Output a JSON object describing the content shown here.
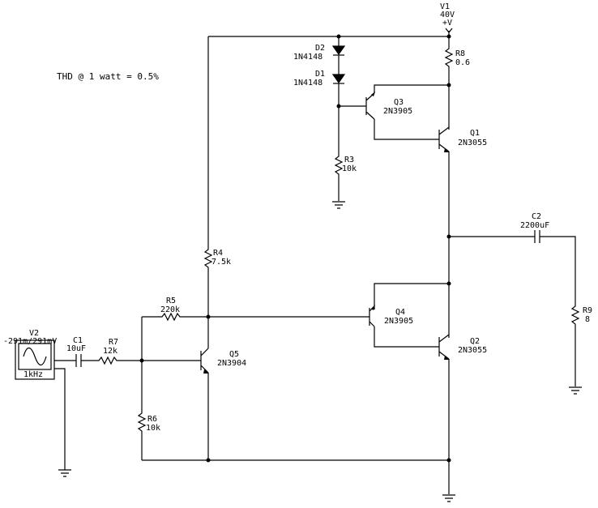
{
  "note": "THD @ 1 watt = 0.5%",
  "components": {
    "v1": {
      "ref": "V1",
      "value": "40V",
      "node": "+V"
    },
    "v2": {
      "ref": "V2",
      "value": "-291m/291mV",
      "freq": "1kHz"
    },
    "c1": {
      "ref": "C1",
      "value": "10uF"
    },
    "c2": {
      "ref": "C2",
      "value": "2200uF"
    },
    "d1": {
      "ref": "D1",
      "value": "1N4148"
    },
    "d2": {
      "ref": "D2",
      "value": "1N4148"
    },
    "r3": {
      "ref": "R3",
      "value": "10k"
    },
    "r4": {
      "ref": "R4",
      "value": "7.5k"
    },
    "r5": {
      "ref": "R5",
      "value": "220k"
    },
    "r6": {
      "ref": "R6",
      "value": "10k"
    },
    "r7": {
      "ref": "R7",
      "value": "12k"
    },
    "r8": {
      "ref": "R8",
      "value": "0.6"
    },
    "r9": {
      "ref": "R9",
      "value": "8"
    },
    "q1": {
      "ref": "Q1",
      "value": "2N3055"
    },
    "q2": {
      "ref": "Q2",
      "value": "2N3055"
    },
    "q3": {
      "ref": "Q3",
      "value": "2N3905"
    },
    "q4": {
      "ref": "Q4",
      "value": "2N3905"
    },
    "q5": {
      "ref": "Q5",
      "value": "2N3904"
    }
  }
}
